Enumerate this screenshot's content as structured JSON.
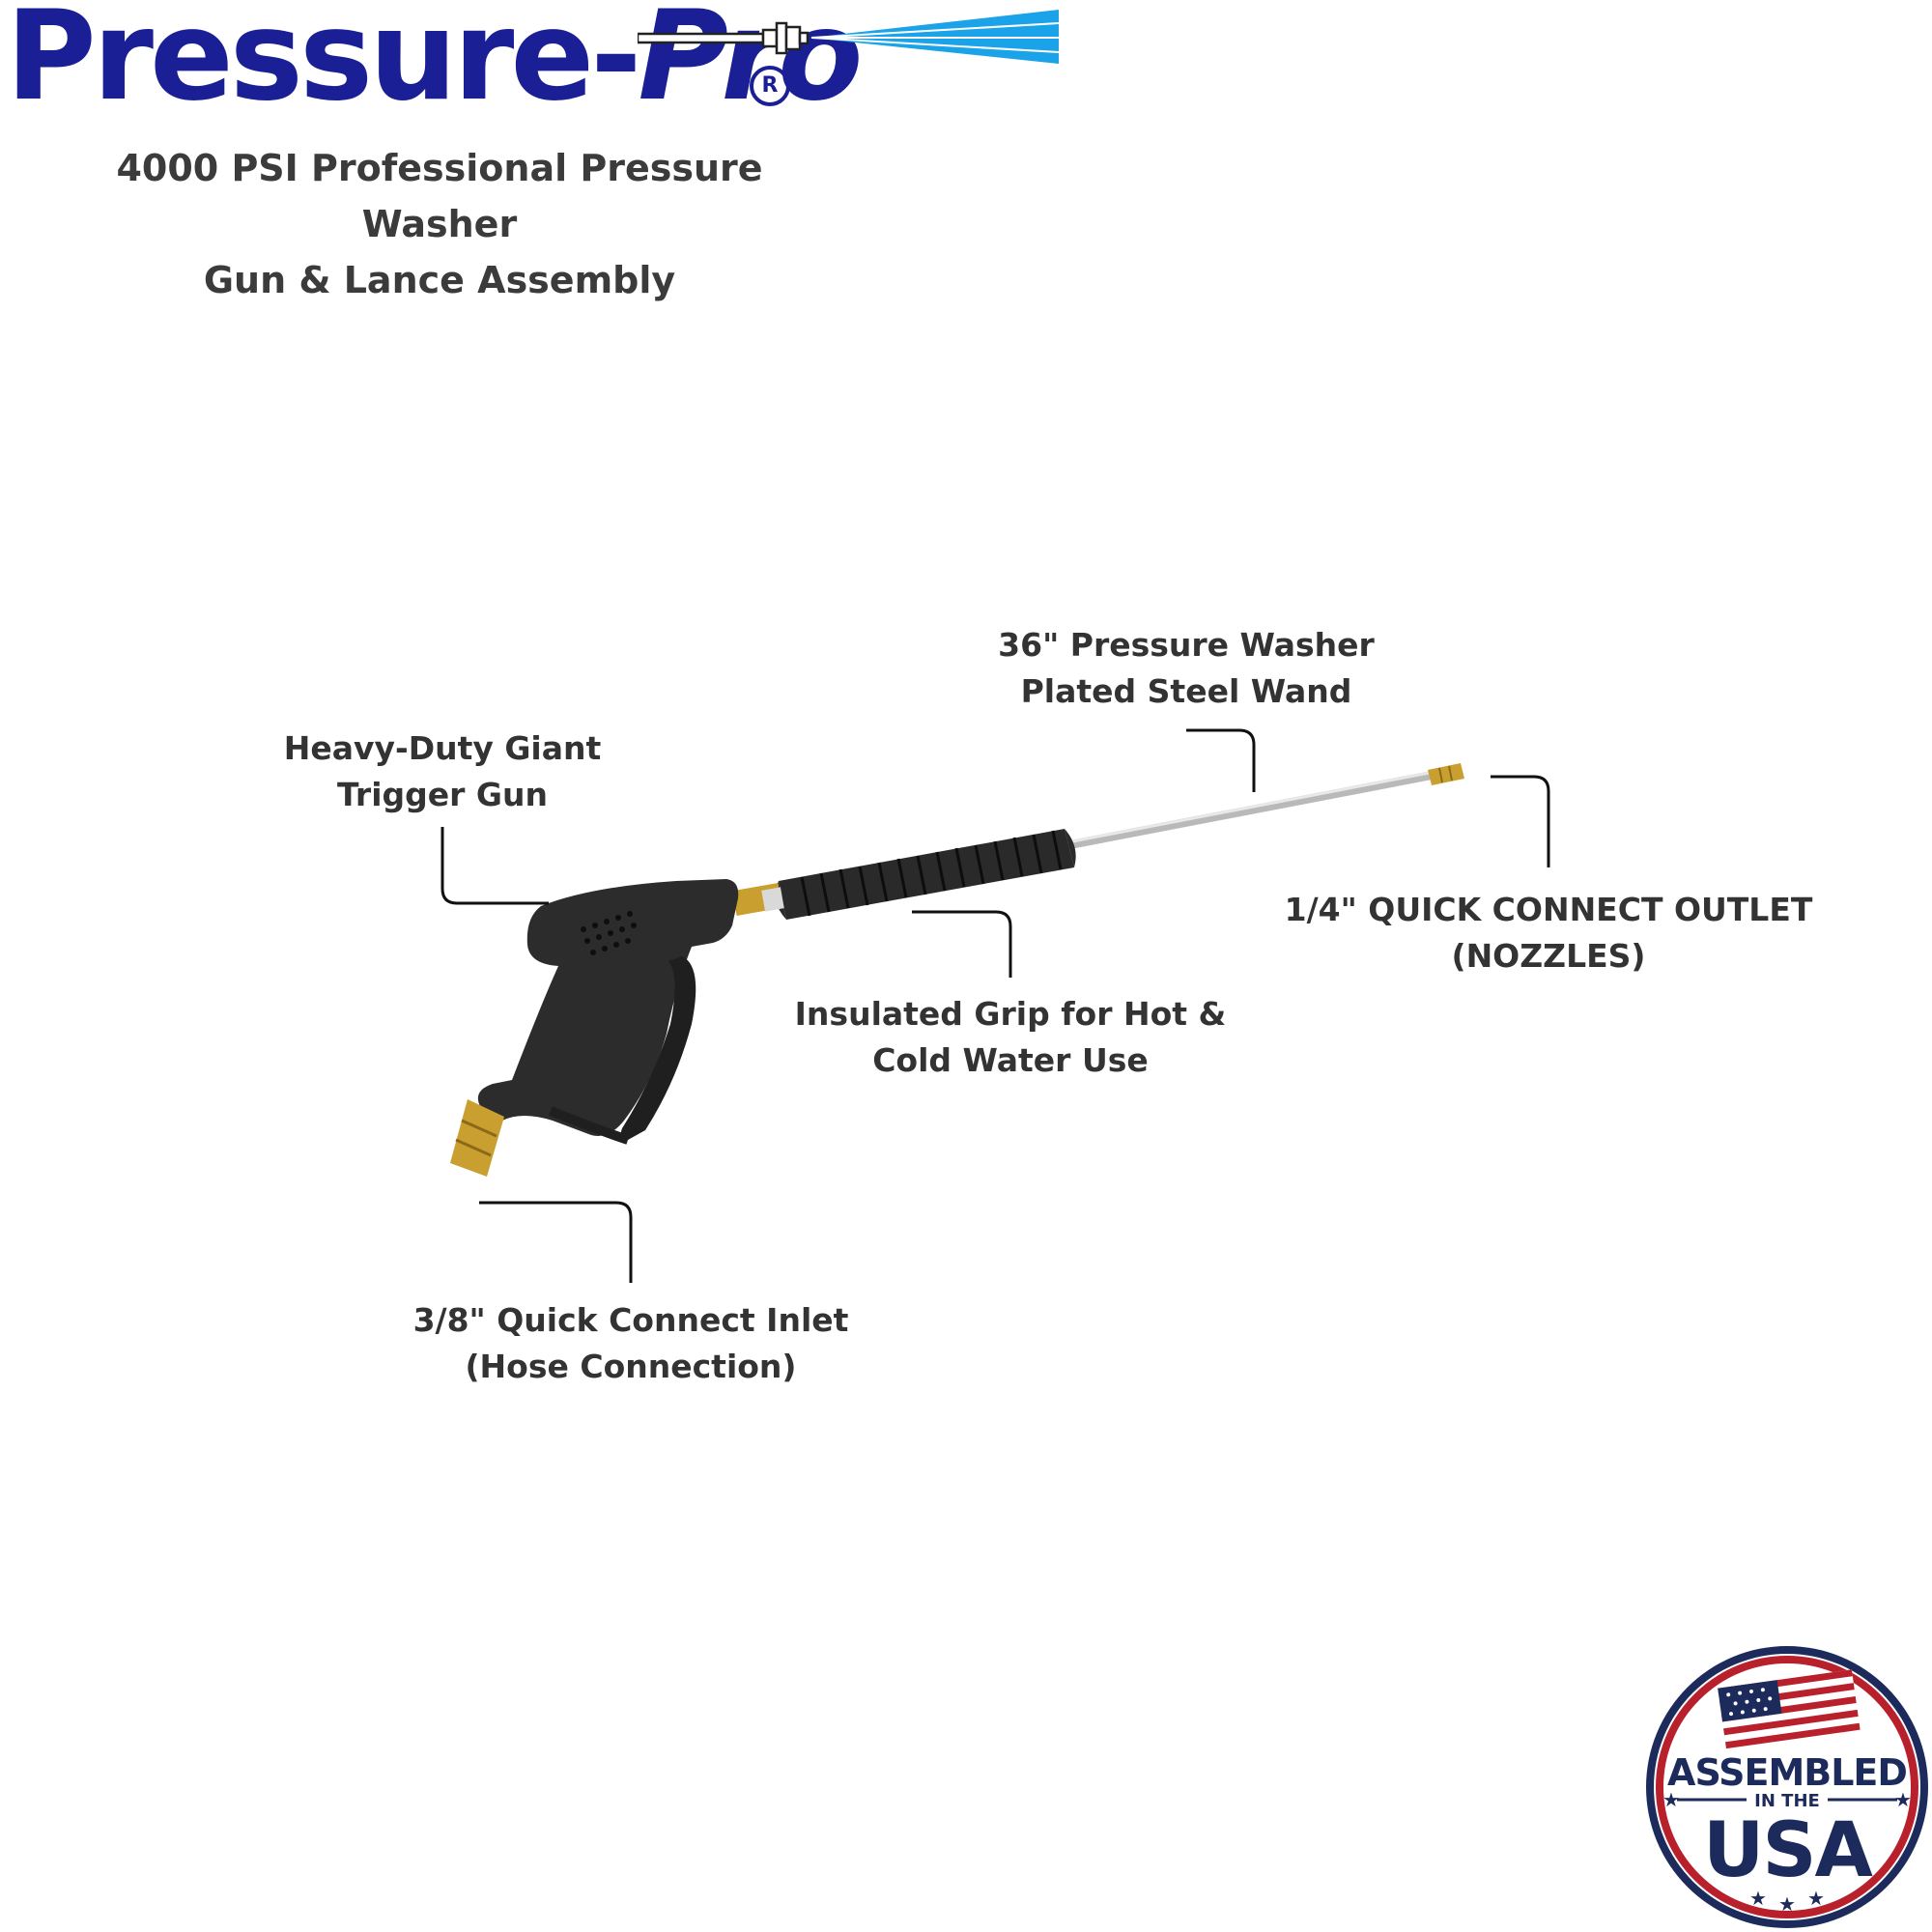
{
  "brand": {
    "name_part1": "Pressure-",
    "name_part2": "Pro",
    "registered_mark": "R"
  },
  "title": {
    "line1": "4000 PSI Professional Pressure Washer",
    "line2": "Gun & Lance Assembly"
  },
  "callouts": {
    "wand": {
      "line1": "36\" Pressure Washer",
      "line2": "Plated Steel Wand"
    },
    "trigger": {
      "line1": "Heavy-Duty Giant",
      "line2": "Trigger Gun"
    },
    "outlet": {
      "line1": "1/4\" QUICK CONNECT OUTLET",
      "line2": "(NOZZLES)"
    },
    "grip": {
      "line1": "Insulated Grip for Hot &",
      "line2": "Cold Water Use"
    },
    "inlet": {
      "line1": "3/8\" Quick Connect Inlet",
      "line2": "(Hose Connection)"
    }
  },
  "badge": {
    "line1": "ASSEMBLED",
    "line2": "IN THE",
    "line3": "USA"
  },
  "colors": {
    "brand_blue": "#1a1f96",
    "spray_blue": "#1aa3e8",
    "badge_red": "#b8212c",
    "badge_navy": "#1c2a5c",
    "text_dark": "#333333"
  }
}
